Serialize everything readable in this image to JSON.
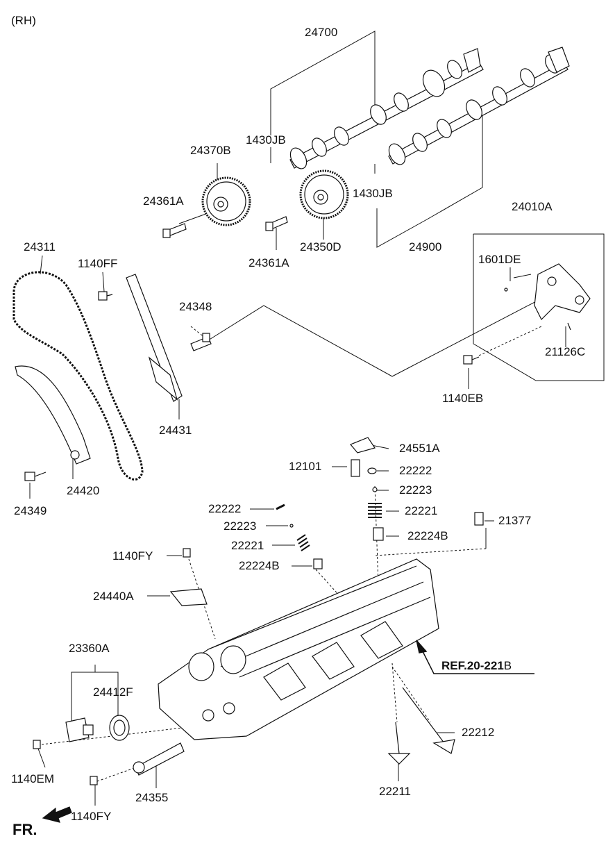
{
  "side_label": "(RH)",
  "front_label": "FR.",
  "reference": {
    "prefix": "REF.",
    "number": "20-221",
    "suffix": "B"
  },
  "parts": [
    {
      "key": "p24700",
      "text": "24700"
    },
    {
      "key": "p1430jb_a",
      "text": "1430JB"
    },
    {
      "key": "p24370b",
      "text": "24370B"
    },
    {
      "key": "p24361a_a",
      "text": "24361A"
    },
    {
      "key": "p1430jb_b",
      "text": "1430JB"
    },
    {
      "key": "p24010a",
      "text": "24010A"
    },
    {
      "key": "p24350d",
      "text": "24350D"
    },
    {
      "key": "p24361a_b",
      "text": "24361A"
    },
    {
      "key": "p24900",
      "text": "24900"
    },
    {
      "key": "p24311",
      "text": "24311"
    },
    {
      "key": "p1140ff",
      "text": "1140FF"
    },
    {
      "key": "p1601de",
      "text": "1601DE"
    },
    {
      "key": "p24348",
      "text": "24348"
    },
    {
      "key": "p21126c",
      "text": "21126C"
    },
    {
      "key": "p1140eb",
      "text": "1140EB"
    },
    {
      "key": "p24431",
      "text": "24431"
    },
    {
      "key": "p24551a",
      "text": "24551A"
    },
    {
      "key": "p12101",
      "text": "12101"
    },
    {
      "key": "p22222_r",
      "text": "22222"
    },
    {
      "key": "p24420",
      "text": "24420"
    },
    {
      "key": "p22223_r",
      "text": "22223"
    },
    {
      "key": "p24349",
      "text": "24349"
    },
    {
      "key": "p22222_l",
      "text": "22222"
    },
    {
      "key": "p22221_r",
      "text": "22221"
    },
    {
      "key": "p21377",
      "text": "21377"
    },
    {
      "key": "p22223_l",
      "text": "22223"
    },
    {
      "key": "p22224b_r",
      "text": "22224B"
    },
    {
      "key": "p22221_l",
      "text": "22221"
    },
    {
      "key": "p1140fy_a",
      "text": "1140FY"
    },
    {
      "key": "p22224b_l",
      "text": "22224B"
    },
    {
      "key": "p24440a",
      "text": "24440A"
    },
    {
      "key": "p23360a",
      "text": "23360A"
    },
    {
      "key": "p24412f",
      "text": "24412F"
    },
    {
      "key": "p22212",
      "text": "22212"
    },
    {
      "key": "p1140em",
      "text": "1140EM"
    },
    {
      "key": "p22211",
      "text": "22211"
    },
    {
      "key": "p24355",
      "text": "24355"
    },
    {
      "key": "p1140fy_b",
      "text": "1140FY"
    }
  ]
}
